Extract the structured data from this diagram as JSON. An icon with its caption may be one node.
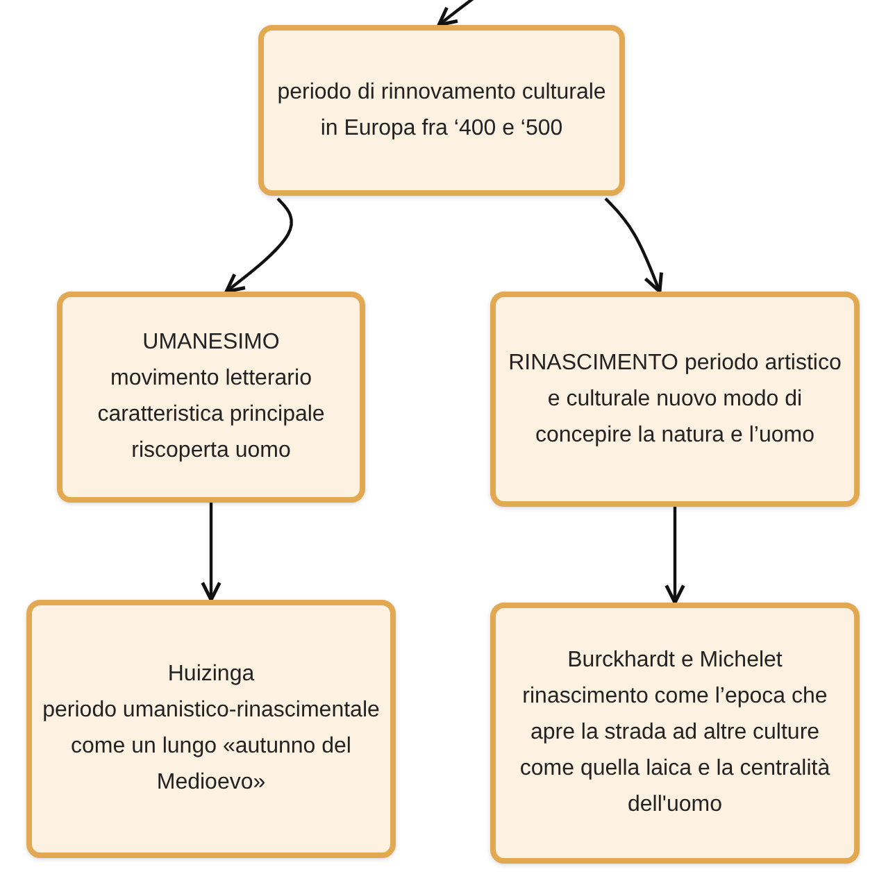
{
  "diagram": {
    "nodes": [
      {
        "text": [
          "periodo di rinnovamento culturale in Europa fra ‘400 e ‘500"
        ]
      },
      {
        "text": [
          "UMANESIMO",
          "movimento letterario caratteristica principale riscoperta uomo"
        ]
      },
      {
        "text": [
          "RINASCIMENTO periodo artistico e culturale  nuovo modo di concepire la natura e l’uomo"
        ]
      },
      {
        "text": [
          "Huizinga",
          "periodo umanistico-rinascimentale come un lungo «autunno del Medioevo»"
        ]
      },
      {
        "text": [
          "Burckhardt e Michelet",
          "rinascimento come l’epoca che apre la strada ad altre culture come quella laica e la centralità dell'uomo"
        ]
      }
    ],
    "edges": [
      {
        "from": null,
        "to": 0,
        "arrow": "to"
      },
      {
        "from": 0,
        "to": 1,
        "arrow": "to"
      },
      {
        "from": 0,
        "to": 2,
        "arrow": "to"
      },
      {
        "from": 1,
        "to": 3,
        "arrow": "to"
      },
      {
        "from": 2,
        "to": 4,
        "arrow": "to"
      }
    ]
  }
}
